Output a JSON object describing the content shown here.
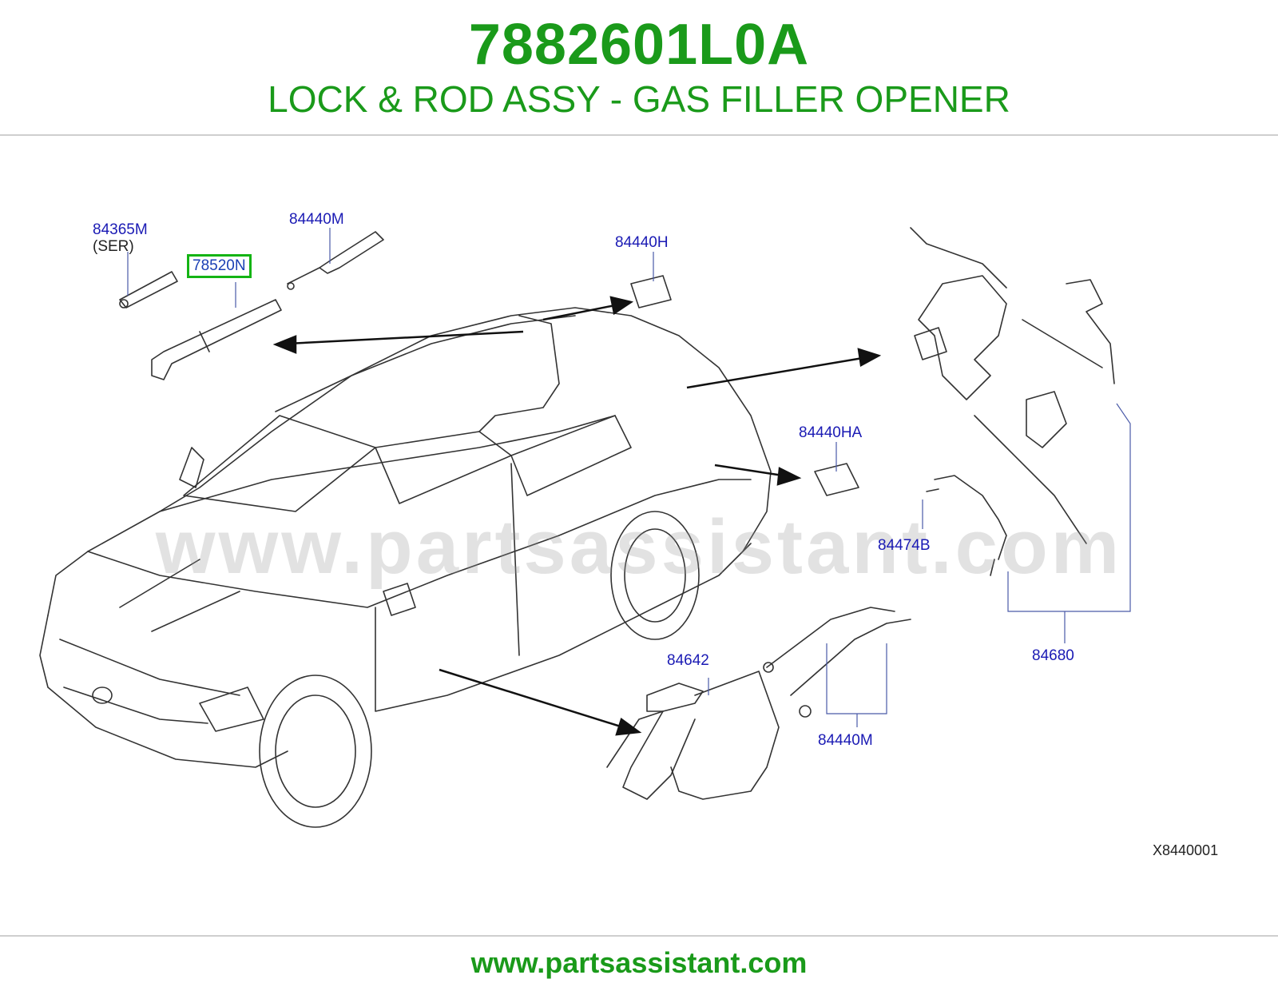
{
  "header": {
    "part_number": "7882601L0A",
    "description": "LOCK & ROD ASSY - GAS FILLER OPENER"
  },
  "callouts": {
    "c84365m": "84365M",
    "c84365m_sub": "(SER)",
    "c78520n": "78520N",
    "c84440m_top": "84440M",
    "c84440h": "84440H",
    "c84440ha": "84440HA",
    "c84474b": "84474B",
    "c84680": "84680",
    "c84642": "84642",
    "c84440m_bottom": "84440M"
  },
  "watermark": "www.partsassistant.com",
  "diagram_code": "X8440001",
  "footer": {
    "url": "www.partsassistant.com"
  },
  "colors": {
    "brand_green": "#1a9a1a",
    "callout_blue": "#1a1ab4",
    "highlight_green": "#14b414"
  }
}
